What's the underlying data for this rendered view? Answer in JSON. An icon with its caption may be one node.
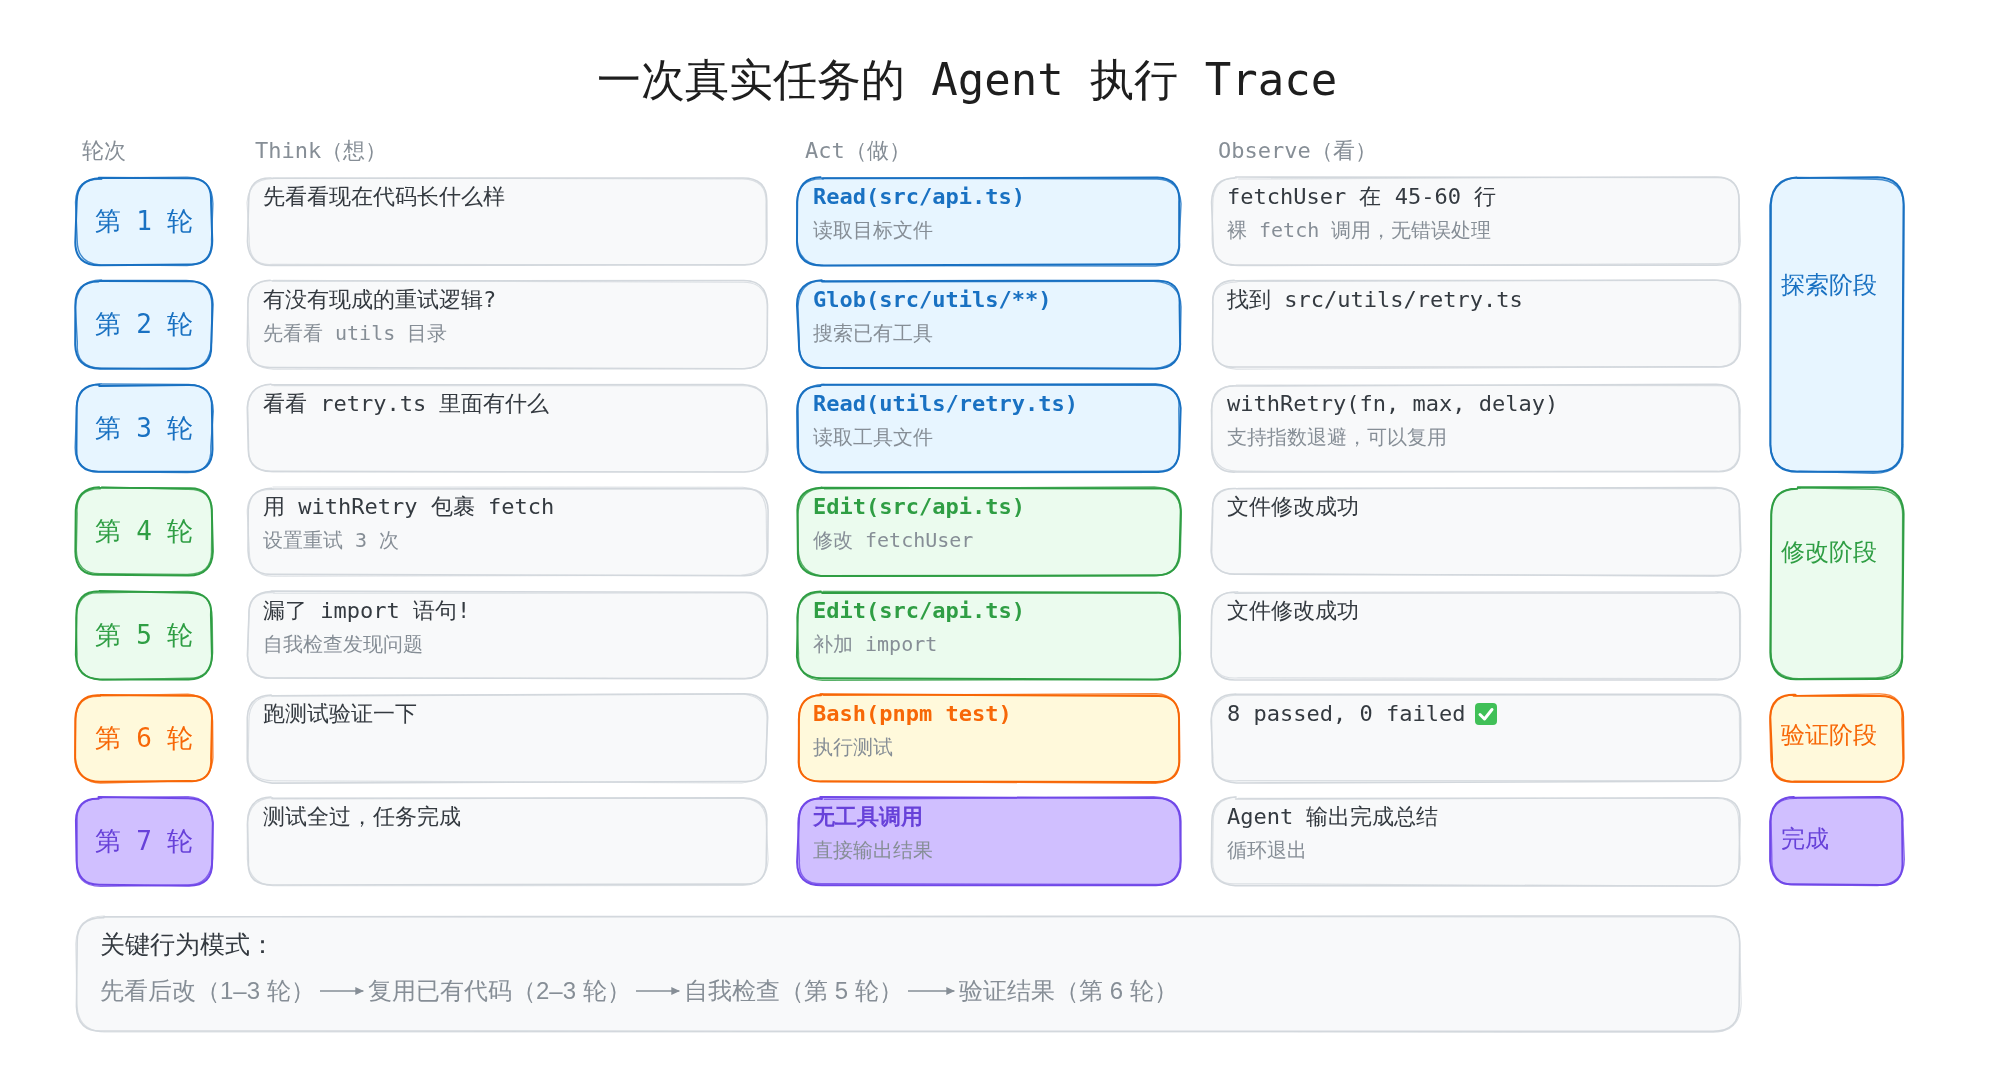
{
  "diagram": {
    "title": "一次真实任务的 Agent 执行 Trace",
    "nodes": [
      {
        "text": [
          "第 1 轮"
        ]
      },
      {
        "text": [
          "先看看现在代码长什么样"
        ]
      },
      {
        "text": [
          "Read(src/api.ts)",
          "读取目标文件"
        ]
      },
      {
        "text": [
          "fetchUser 在 45-60 行",
          "裸 fetch 调用，无错误处理"
        ]
      },
      {
        "text": [
          "探索阶段"
        ]
      },
      {
        "text": [
          "第 2 轮"
        ]
      },
      {
        "text": [
          "有没有现成的重试逻辑?",
          "先看看 utils 目录"
        ]
      },
      {
        "text": [
          "Glob(src/utils/**)",
          "搜索已有工具"
        ]
      },
      {
        "text": [
          "找到 src/utils/retry.ts"
        ]
      },
      {
        "text": [
          "第 3 轮"
        ]
      },
      {
        "text": [
          "看看 retry.ts 里面有什么"
        ]
      },
      {
        "text": [
          "Read(utils/retry.ts)",
          "读取工具文件"
        ]
      },
      {
        "text": [
          "withRetry(fn, max, delay)",
          "支持指数退避，可以复用"
        ]
      },
      {
        "text": [
          "第 4 轮"
        ]
      },
      {
        "text": [
          "用 withRetry 包裹 fetch",
          "设置重试 3 次"
        ]
      },
      {
        "text": [
          "Edit(src/api.ts)",
          "修改 fetchUser"
        ]
      },
      {
        "text": [
          "文件修改成功"
        ]
      },
      {
        "text": [
          "修改阶段"
        ]
      },
      {
        "text": [
          "第 5 轮"
        ]
      },
      {
        "text": [
          "漏了 import 语句!",
          "自我检查发现问题"
        ]
      },
      {
        "text": [
          "Edit(src/api.ts)",
          "补加 import"
        ]
      },
      {
        "text": [
          "文件修改成功"
        ]
      },
      {
        "text": [
          "第 6 轮"
        ]
      },
      {
        "text": [
          "跑测试验证一下"
        ]
      },
      {
        "text": [
          "Bash(pnpm test)",
          "执行测试"
        ]
      },
      {
        "text": [
          "8 passed, 0 failed"
        ]
      },
      {
        "text": [
          "验证阶段"
        ]
      },
      {
        "text": [
          "第 7 轮"
        ]
      },
      {
        "text": [
          "测试全过，任务完成"
        ]
      },
      {
        "text": [
          "无工具调用",
          "直接输出结果"
        ]
      },
      {
        "text": [
          "Agent 输出完成总结",
          "循环退出"
        ]
      },
      {
        "text": [
          "完成"
        ]
      },
      {
        "text": [
          "关键行为模式："
        ]
      },
      {
        "text": [
          "先看后改（1–3 轮）"
        ],
        "in": 32
      },
      {
        "text": [
          "复用已有代码（2–3 轮）"
        ],
        "in": 32
      },
      {
        "text": [
          "自我检查（第 5 轮）"
        ],
        "in": 32
      },
      {
        "text": [
          "验证结果（第 6 轮）"
        ],
        "in": 32
      }
    ],
    "edges": [
      {
        "from": 33,
        "to": 34,
        "arrow": "to"
      },
      {
        "from": 34,
        "to": 35,
        "arrow": "to"
      },
      {
        "from": 35,
        "to": 36,
        "arrow": "to"
      }
    ],
    "labels": [
      "轮次",
      "Think（想）",
      "Act（做）",
      "Observe（看）"
    ]
  }
}
